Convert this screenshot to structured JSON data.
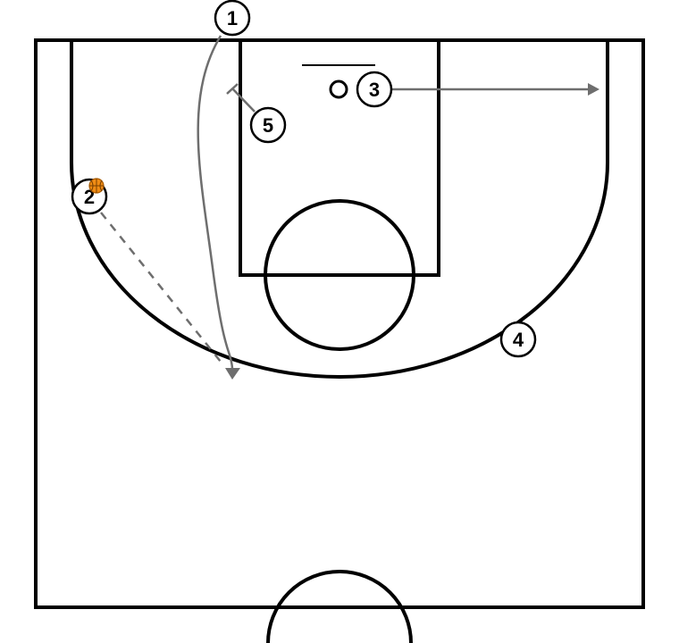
{
  "diagram": {
    "type": "basketball-half-court-play",
    "players": [
      {
        "label": "1"
      },
      {
        "label": "2",
        "has_ball": true
      },
      {
        "label": "3"
      },
      {
        "label": "4"
      },
      {
        "label": "5"
      }
    ],
    "actions": [
      {
        "type": "cut",
        "player": "1"
      },
      {
        "type": "pass",
        "from": "2"
      },
      {
        "type": "cut",
        "player": "3"
      },
      {
        "type": "screen",
        "player": "5"
      }
    ],
    "colors": {
      "court_lines": "#000000",
      "movement": "#6e6e6e",
      "ball": "#f08c14",
      "background": "#ffffff"
    }
  }
}
